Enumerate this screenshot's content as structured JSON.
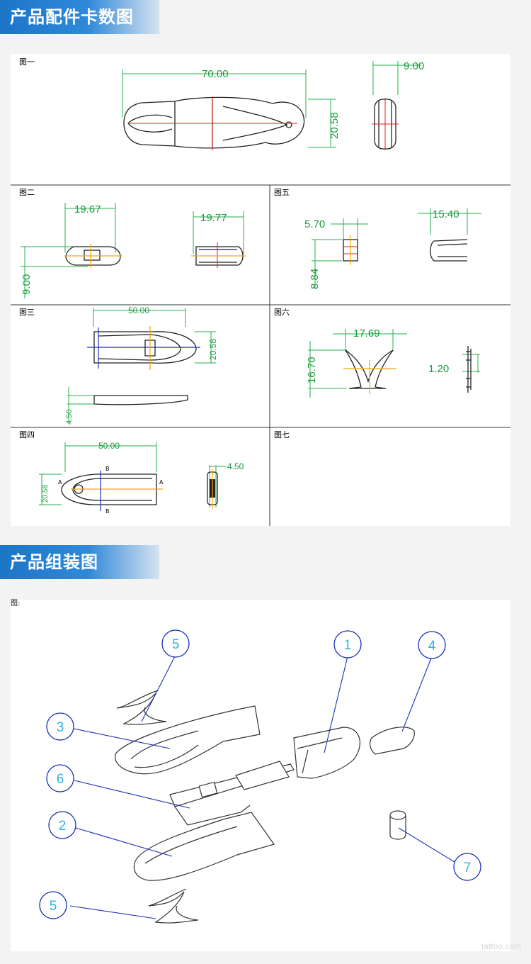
{
  "section1": {
    "title": "产品配件卡数图"
  },
  "section2": {
    "title": "产品组装图"
  },
  "figures": {
    "fig1": {
      "label": "图一",
      "dims": [
        "70.00",
        "20.58",
        "9.00"
      ]
    },
    "fig2": {
      "label": "图二",
      "dims": [
        "19.67",
        "9.00",
        "19.77"
      ]
    },
    "fig3": {
      "label": "图三",
      "dims": [
        "50.00",
        "20.58",
        "4.50"
      ]
    },
    "fig4": {
      "label": "图四",
      "dims": [
        "50.00",
        "20.58",
        "4.50"
      ],
      "markers": [
        "A",
        "A",
        "B",
        "B"
      ]
    },
    "fig5": {
      "label": "图五",
      "dims": [
        "5.70",
        "8.84",
        "15.40"
      ]
    },
    "fig6": {
      "label": "图六",
      "dims": [
        "17.69",
        "16.70",
        "1.20"
      ]
    },
    "fig7": {
      "label": "图七"
    }
  },
  "assembly": {
    "corner_label": "图:",
    "callouts": [
      "5",
      "1",
      "4",
      "3",
      "6",
      "2",
      "7",
      "5"
    ]
  },
  "watermark": "tattoo.com"
}
